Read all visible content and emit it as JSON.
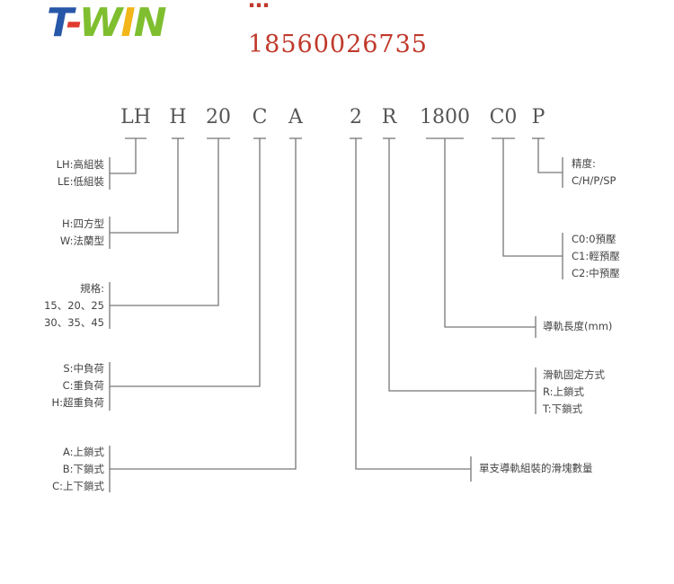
{
  "header": {
    "logo": [
      "T",
      "-",
      "W",
      "I",
      "N"
    ],
    "top_text": "…",
    "phone": "18560026735"
  },
  "codes": [
    "LH",
    "H",
    "20",
    "C",
    "A",
    "2",
    "R",
    "1800",
    "C0",
    "P"
  ],
  "left_groups": [
    {
      "lines": [
        "LH:高組裝",
        "LE:低組裝"
      ]
    },
    {
      "lines": [
        "H:四方型",
        "W:法蘭型"
      ]
    },
    {
      "lines": [
        "規格:",
        "15、20、25",
        "30、35、45"
      ]
    },
    {
      "lines": [
        "S:中負荷",
        "C:重負荷",
        "H:超重負荷"
      ]
    },
    {
      "lines": [
        "A:上鎖式",
        "B:下鎖式",
        "C:上下鎖式"
      ]
    }
  ],
  "right_groups": [
    {
      "lines": [
        "精度:",
        "C/H/P/SP"
      ]
    },
    {
      "lines": [
        "C0:0預壓",
        "C1:輕預壓",
        "C2:中預壓"
      ]
    },
    {
      "lines": [
        "導軌長度(mm)"
      ]
    },
    {
      "lines": [
        "滑軌固定方式",
        "R:上鎖式",
        "T:下鎖式"
      ]
    },
    {
      "lines": [
        "單支導軌組裝的滑塊數量"
      ]
    }
  ],
  "colors": {
    "line": "#777777",
    "phone": "#c0392b"
  }
}
